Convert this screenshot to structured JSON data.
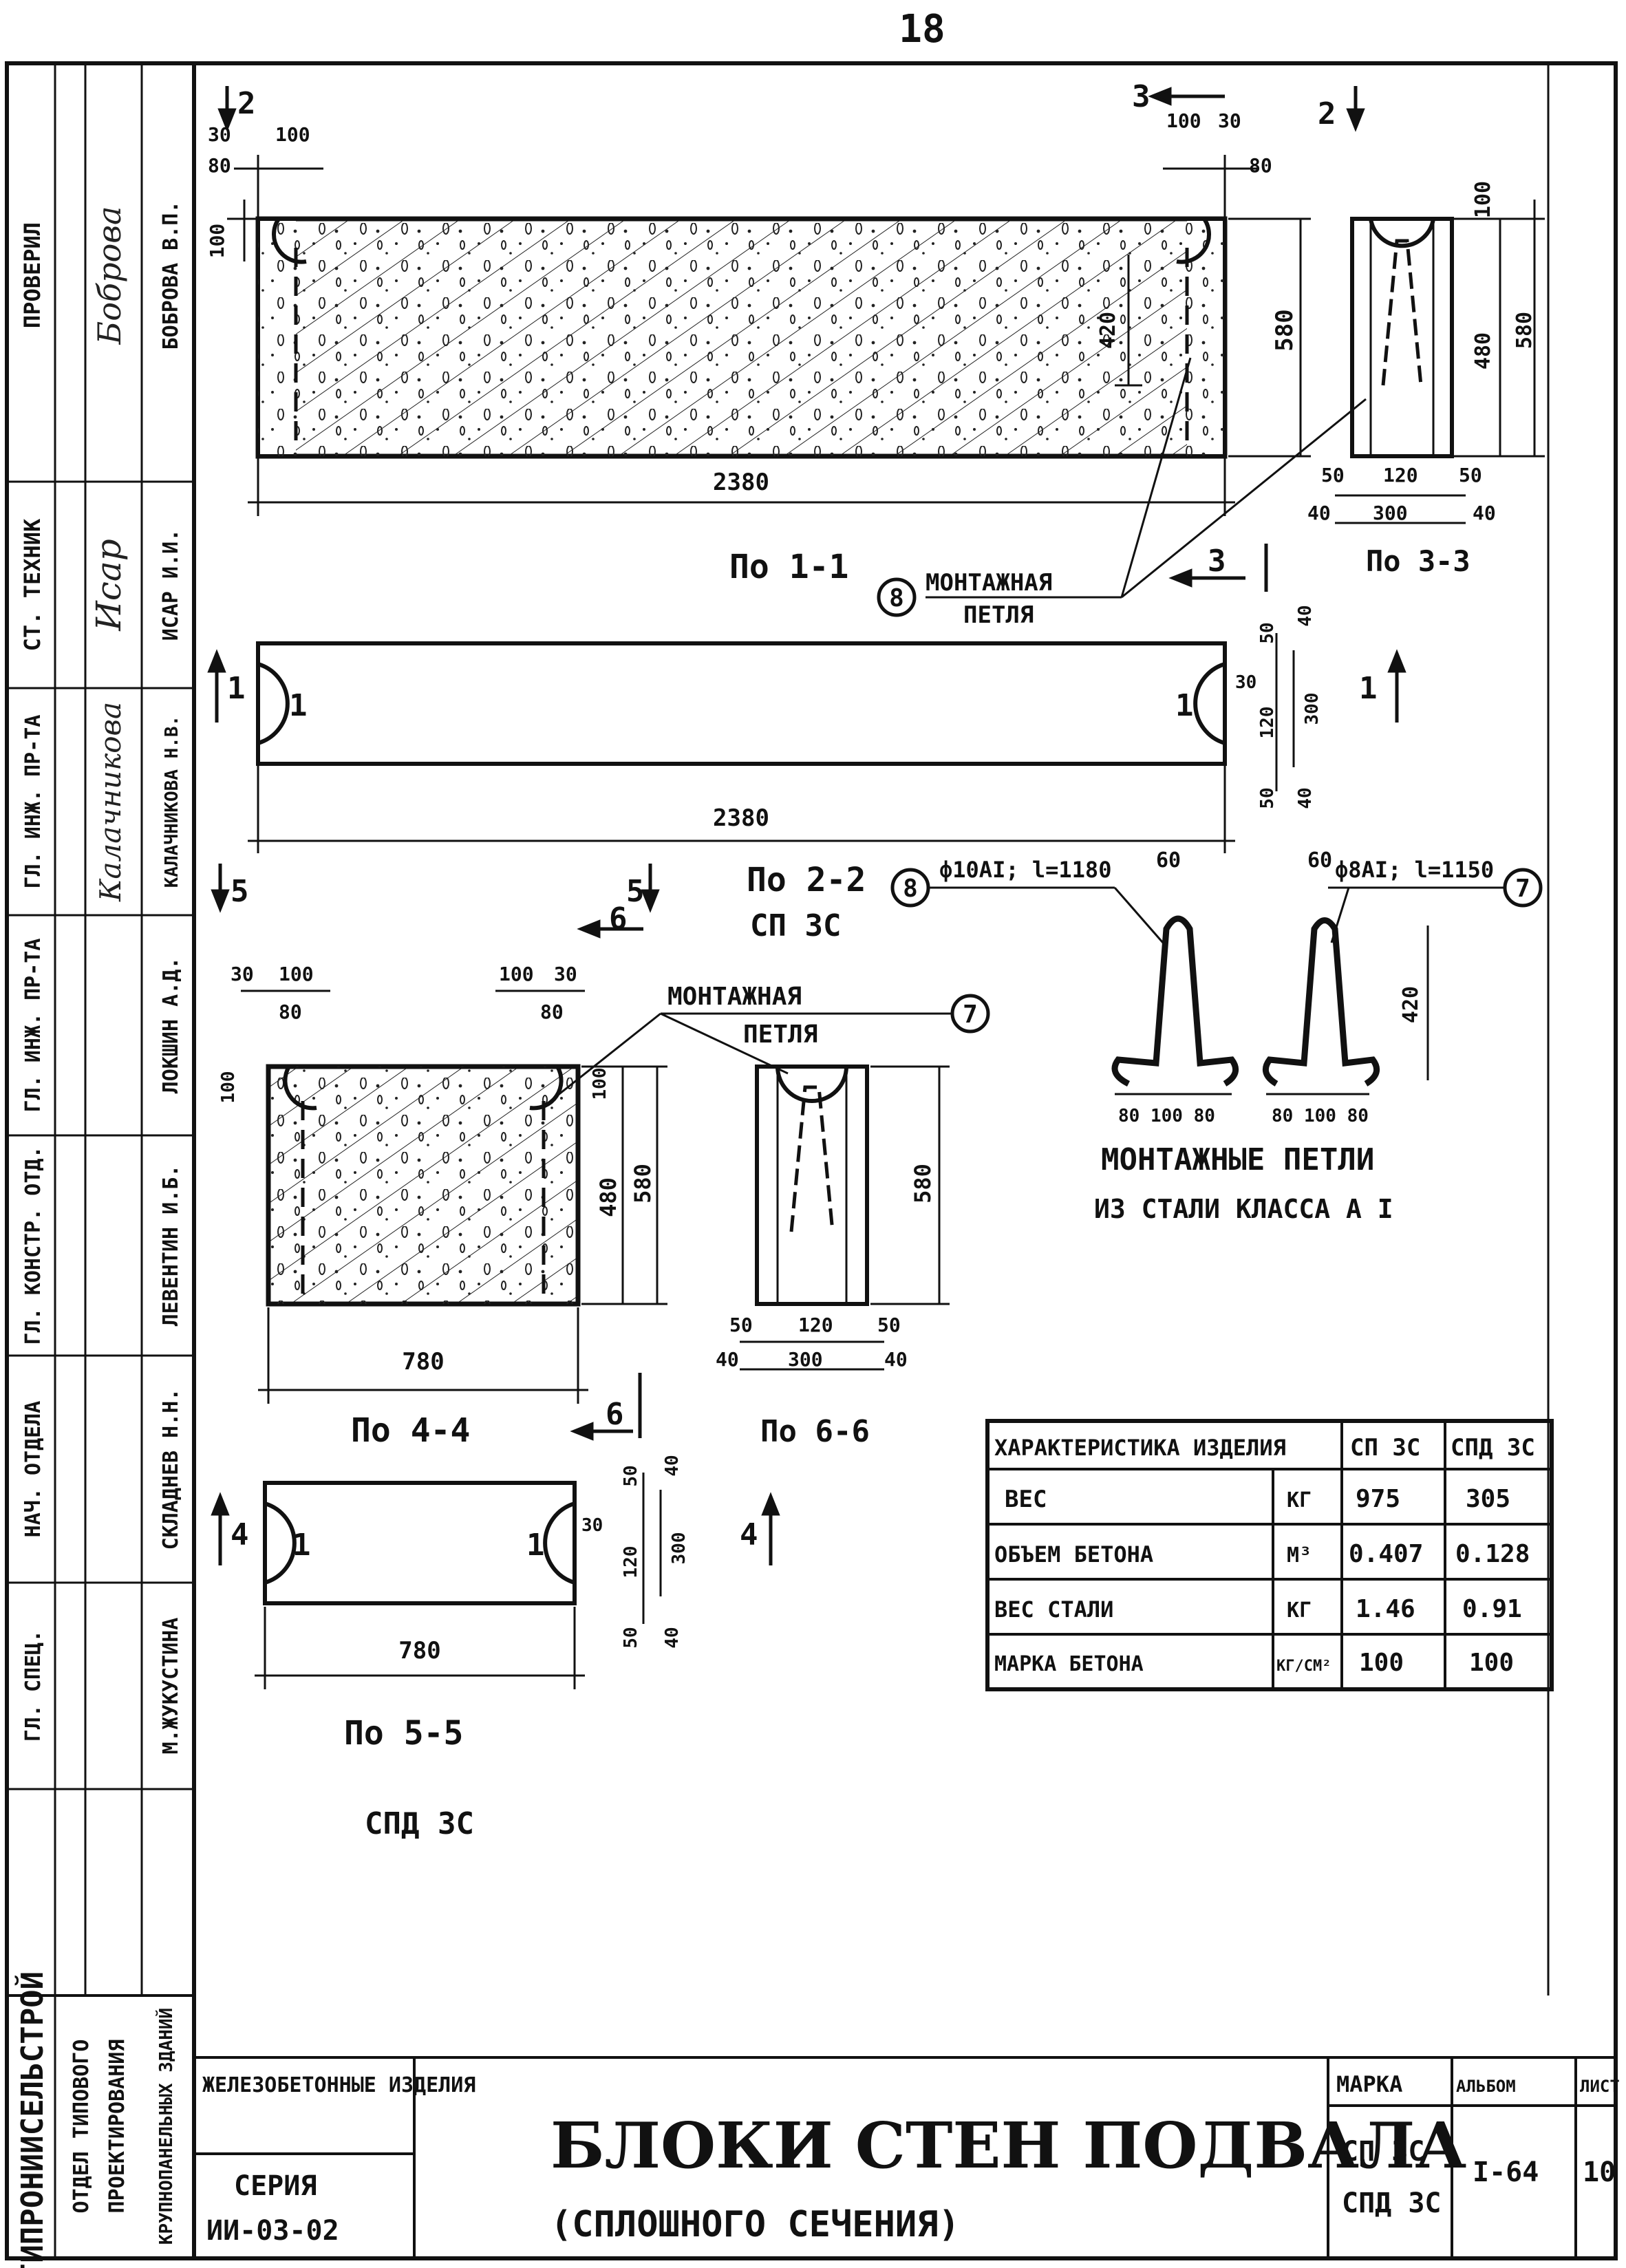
{
  "page_number": "18",
  "stamp": {
    "organization": "ГИПРОНИИСЕЛЬСТРОЙ",
    "department_lines": [
      "ОТДЕЛ ТИПОВОГО",
      "ПРОЕКТИРОВАНИЯ",
      "КРУПНОПАНЕЛЬНЫХ ЗДАНИЙ"
    ],
    "roles": [
      "ПРОВЕРИЛ",
      "СТ. ТЕХНИК",
      "ГЛ. ИНЖ. ПР-ТА",
      "ГЛ. ИНЖ. ПР-ТА",
      "ГЛ. КОНСТР. ОТД.",
      "НАЧ. ОТДЕЛА",
      "ГЛ. СПЕЦ."
    ],
    "names": [
      "БОБРОВА В.П.",
      "ИСАР И.И.",
      "КАЛАЧНИКОВА Н.В.",
      "ЛОКШИН А.Д.",
      "ЛЕВЕНТИН И.Б.",
      "СКЛАДНЕВ Н.Н.",
      "М.ЖУКУСТИНА"
    ],
    "signatures": [
      "Боброва",
      "Исар",
      "Калачникова",
      "",
      "",
      "",
      ""
    ]
  },
  "title_block": {
    "category": "ЖЕЛЕЗОБЕТОННЫЕ ИЗДЕЛИЯ",
    "series_label": "СЕРИЯ",
    "series": "ИИ-03-02",
    "title": "БЛОКИ СТЕН ПОДВАЛА",
    "subtitle": "(СПЛОШНОГО СЕЧЕНИЯ)",
    "mark_header": "МАРКА",
    "marks": [
      "СП 3С",
      "СПД 3С"
    ],
    "album_header": "АЛЬБОМ",
    "album": "I-64",
    "sheet_header": "ЛИСТ",
    "sheet": "10"
  },
  "views": {
    "sec11": "По 1-1",
    "sec22": "По 2-2",
    "sec33": "По 3-3",
    "sec44": "По 4-4",
    "sec55": "По 5-5",
    "sec66": "По 6-6",
    "mark1": "СП 3С",
    "mark2": "СПД 3С"
  },
  "callouts": {
    "loop8_no": "8",
    "loop8_line1": "МОНТАЖНАЯ",
    "loop8_line2": "ПЕТЛЯ",
    "loop7_no": "7",
    "loop7_line1": "МОНТАЖНАЯ",
    "loop7_line2": "ПЕТЛЯ",
    "spec8": "ф10АI; l=1180",
    "spec7": "ф8АI; l=1150",
    "loops_caption1": "МОНТАЖНЫЕ ПЕТЛИ",
    "loops_caption2": "ИЗ СТАЛИ КЛАССА А I",
    "element_mark": "1"
  },
  "section_marks": {
    "s1": "1",
    "s2": "2",
    "s3": "3",
    "s4": "4",
    "s5": "5",
    "s6": "6"
  },
  "dims": {
    "d2380": "2380",
    "d780": "780",
    "d580": "580",
    "d480": "480",
    "d420": "420",
    "d300": "300",
    "d120": "120",
    "d100": "100",
    "d80": "80",
    "d60": "60",
    "d50": "50",
    "d40": "40",
    "d30": "30",
    "loop8_feet": "80 100 80",
    "loop7_feet": "80 100 80"
  },
  "characteristics_table": {
    "header": [
      "ХАРАКТЕРИСТИКА ИЗДЕЛИЯ",
      "",
      "СП 3С",
      "СПД 3С"
    ],
    "rows": [
      [
        "ВЕС",
        "КГ",
        "975",
        "305"
      ],
      [
        "ОБЪЕМ БЕТОНА",
        "М³",
        "0.407",
        "0.128"
      ],
      [
        "ВЕС СТАЛИ",
        "КГ",
        "1.46",
        "0.91"
      ],
      [
        "МАРКА БЕТОНА",
        "КГ/СМ²",
        "100",
        "100"
      ]
    ]
  }
}
